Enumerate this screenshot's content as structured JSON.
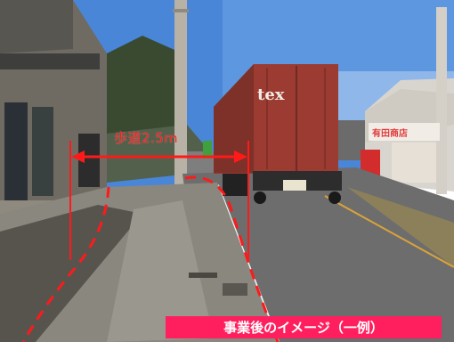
{
  "photo": {
    "measurement_label": "歩道2.5ｍ",
    "caption": "事業後のイメージ（一例）",
    "container_logo": "tex",
    "shop_sign": "有田商店"
  },
  "colors": {
    "annotation_red": "#ff1a1a",
    "caption_background": "#ff1f5e",
    "caption_text": "#ffffff",
    "sky": "#4a86d8",
    "container": "#9b3b31",
    "asphalt": "#6d6d6d"
  }
}
